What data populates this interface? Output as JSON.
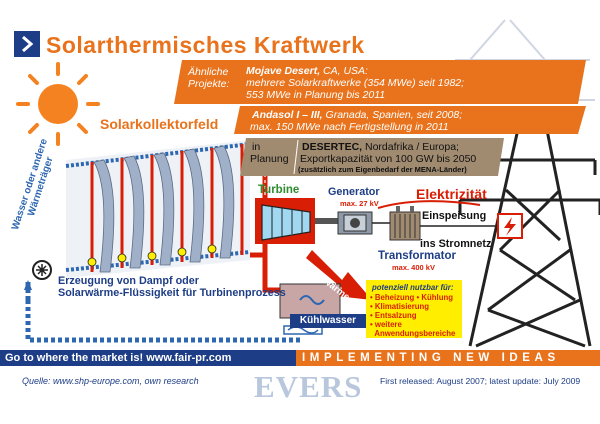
{
  "header": {
    "title": "Solarthermisches Kraftwerk",
    "similar_projects_label": "Ähnliche Projekte:"
  },
  "projects": {
    "mojave": {
      "name": "Mojave Desert,",
      "line1_rest": " CA, USA:",
      "line2": "mehrere Solarkraftwerke (354 MWe) seit 1982;",
      "line3": "553 MWe in Planung bis 2011"
    },
    "andasol": {
      "name": "Andasol I – III,",
      "line1_rest": " Granada, Spanien, seit 2008;",
      "line2": "max. 150 MWe nach Fertigstellung in 2011"
    },
    "desertec": {
      "status_line1": "in",
      "status_line2": "Planung",
      "name": "DESERTEC,",
      "line1_rest": " Nordafrika / Europa;",
      "line2": "Exportkapazität von 100 GW bis 2050",
      "line3": "(zusätzlich zum Eigenbedarf der MENA-Länder)"
    }
  },
  "diagram": {
    "solar_field_label": "Solarkollektorfeld",
    "carrier_label_line1": "Wasser oder andere",
    "carrier_label_line2": "Wärmeträger",
    "steam_line1": "Erzeugung von Dampf oder",
    "steam_line2": "Solarwärme-Flüssigkeit für Turbinenprozess",
    "turbine": "Turbine",
    "generator": "Generator",
    "generator_spec": "max. 27 kV",
    "transformer": "Transformator",
    "transformer_spec": "max. 400 kV",
    "electricity": "Elektrizität",
    "feed_in": "Einspeisung",
    "grid": "ins Stromnetz",
    "waste_heat": "Abwärme",
    "cooling_water": "Kühlwasser"
  },
  "uses": {
    "title_line1": "potenziell nutzbar für:",
    "items": [
      "Beheizung",
      "Kühlung",
      "Klimatisierung",
      "Entsalzung",
      "weitere",
      "Anwendungsbereiche"
    ]
  },
  "footer": {
    "left_bar": "Go to where the market is!   www.fair-pr.com",
    "right_bar": "IMPLEMENTING NEW IDEAS",
    "source": "Quelle: www.shp-europe.com, own research",
    "logo": "EVERS",
    "released": "First released: August 2007; latest update: July 2009"
  },
  "colors": {
    "brand_blue": "#1d3d86",
    "brand_orange": "#e8731c",
    "steam_red": "#d81e05",
    "tan": "#a08b70",
    "yellow": "#ffee00"
  }
}
